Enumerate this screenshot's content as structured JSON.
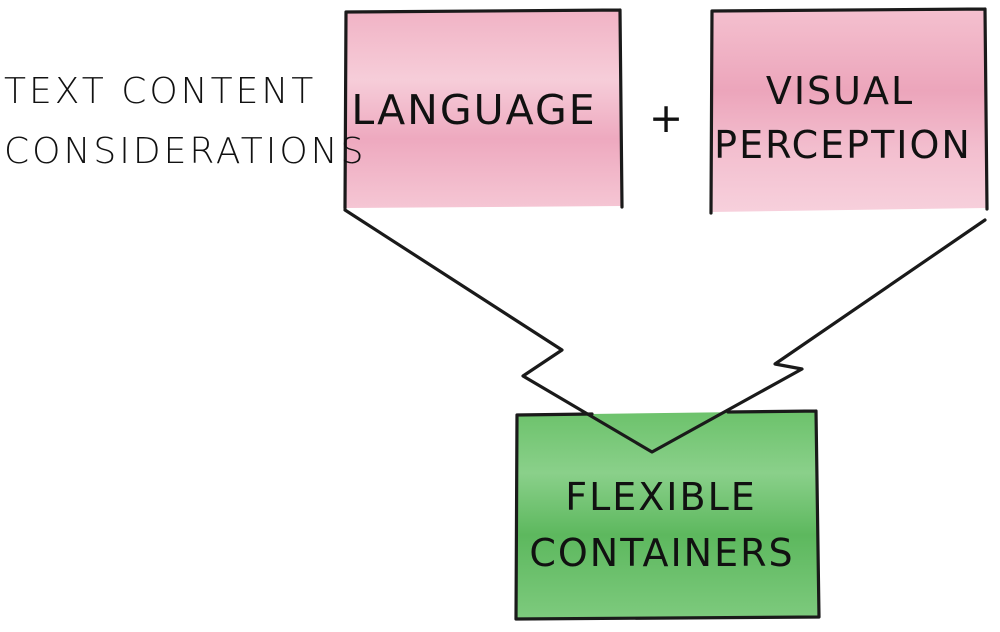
{
  "heading": {
    "line1": "TEXT CONTENT",
    "line2": "CONSIDERATIONS"
  },
  "boxes": {
    "language": {
      "label": "LANGUAGE"
    },
    "plus": "+",
    "visual": {
      "line1": "VISUAL",
      "line2": "PERCEPTION"
    },
    "result": {
      "line1": "FLEXIBLE",
      "line2": "CONTAINERS"
    }
  },
  "colors": {
    "pink": "#eeaabe",
    "pink_light": "#f6c9d6",
    "green": "#5fbb60",
    "green_light": "#86cf86",
    "ink": "#1a1a1a"
  }
}
